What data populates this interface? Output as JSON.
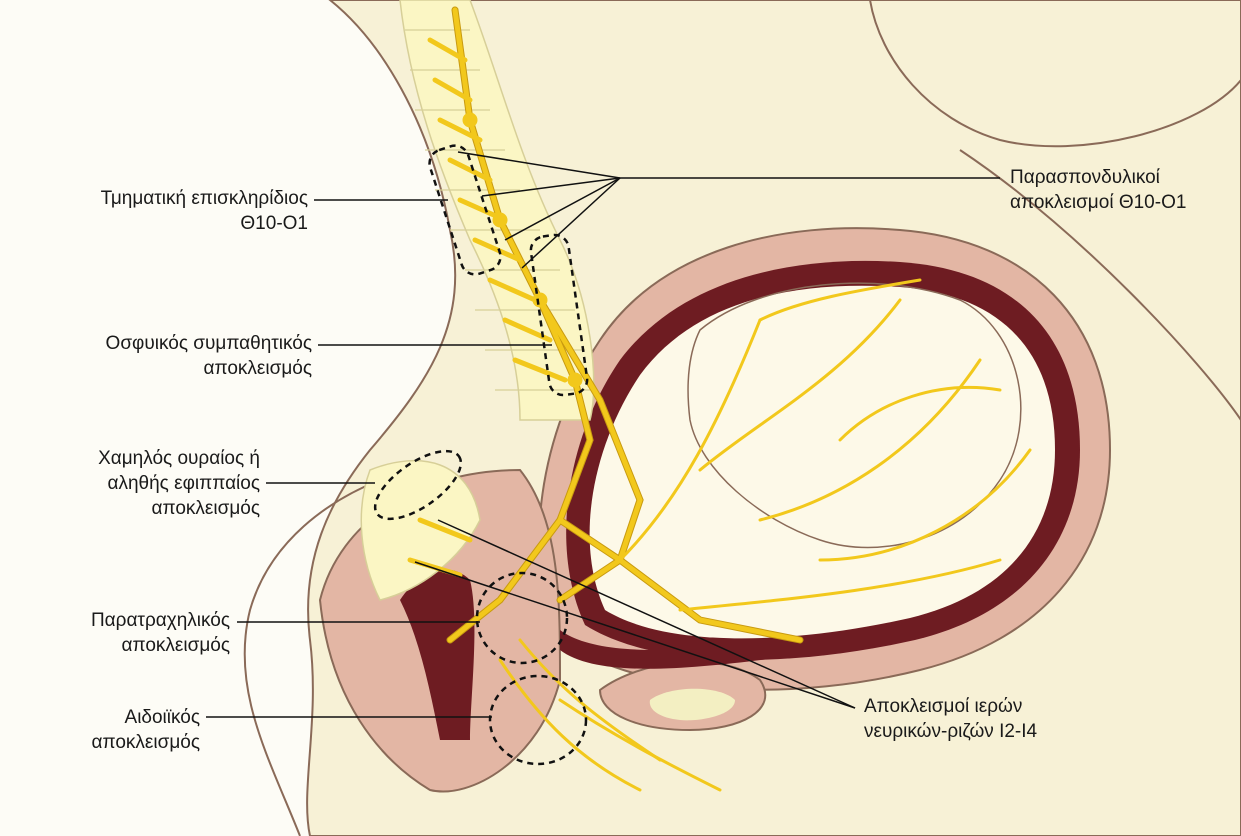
{
  "labels": {
    "segmental_epidural": "Τμηματική επισκληρίδιος\nΘ10-Ο1",
    "lumbar_sympathetic": "Οσφυικός συμπαθητικός\nαποκλεισμός",
    "low_caudal_saddle": "Χαμηλός ουραίος ή\nαληθής εφιππαίος\nαποκλεισμός",
    "paracervical": "Παρατραχηλικός\nαποκλεισμός",
    "pudendal": "Αιδοιϊκός\nαποκλεισμός",
    "paravertebral": "Παρασπονδυλικοί\nαποκλεισμοί Θ10-Ο1",
    "sacral_nerve_root": "Αποκλεισμοί ιερών\nνευρικών-ριζών Ι2-Ι4"
  },
  "colors": {
    "skin": "#f7f1d6",
    "uterus_wall": "#e3b6a4",
    "uterus_dark": "#6e1c22",
    "cavity": "#fdf9e8",
    "spine": "#fbf6c4",
    "nerve": "#f2c81c",
    "nerve_edge": "#c89a10",
    "outline": "#8a6a58",
    "leader": "#111111"
  }
}
